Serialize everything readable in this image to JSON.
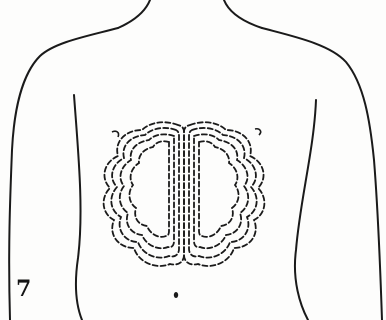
{
  "figure": {
    "number": "7",
    "ink_color": "#1a1a1a",
    "background_color": "#fdfdfc",
    "left_dull_area_layers": 4,
    "right_dull_area_layers": 4
  }
}
